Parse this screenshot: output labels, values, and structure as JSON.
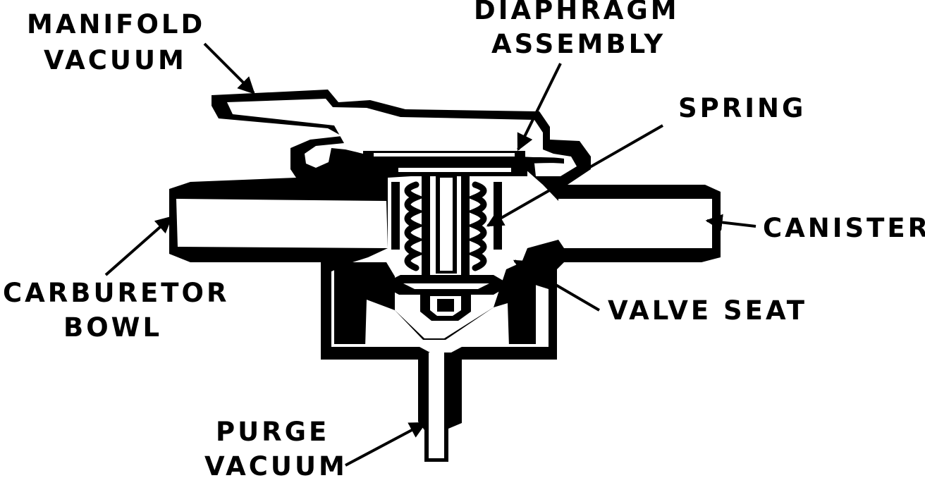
{
  "diagram": {
    "colors": {
      "ink": "#000000",
      "paper": "#ffffff"
    },
    "labels": {
      "manifold_vacuum": [
        "MANIFOLD",
        "VACUUM"
      ],
      "diaphragm_assembly": [
        "DIAPHRAGM",
        "ASSEMBLY"
      ],
      "spring": "SPRING",
      "canister": "CANISTER",
      "carburetor_bowl": [
        "CARBURETOR",
        "BOWL"
      ],
      "valve_seat": "VALVE SEAT",
      "purge_vacuum": [
        "PURGE",
        "VACUUM"
      ]
    }
  }
}
